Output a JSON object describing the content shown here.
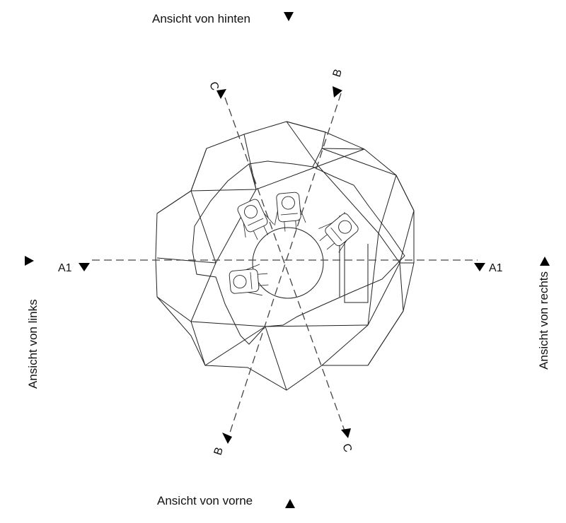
{
  "views": {
    "back": "Ansicht von hinten",
    "front": "Ansicht von vorne",
    "left": "Ansicht von links",
    "right": "Ansicht von rechts"
  },
  "sections": {
    "a1_left": "A1",
    "a1_right": "A1",
    "b_top": "B",
    "b_bottom": "B",
    "c_top": "C",
    "c_bottom": "C"
  },
  "colors": {
    "line": "#222222",
    "dash": "#444444",
    "marker": "#000000"
  }
}
